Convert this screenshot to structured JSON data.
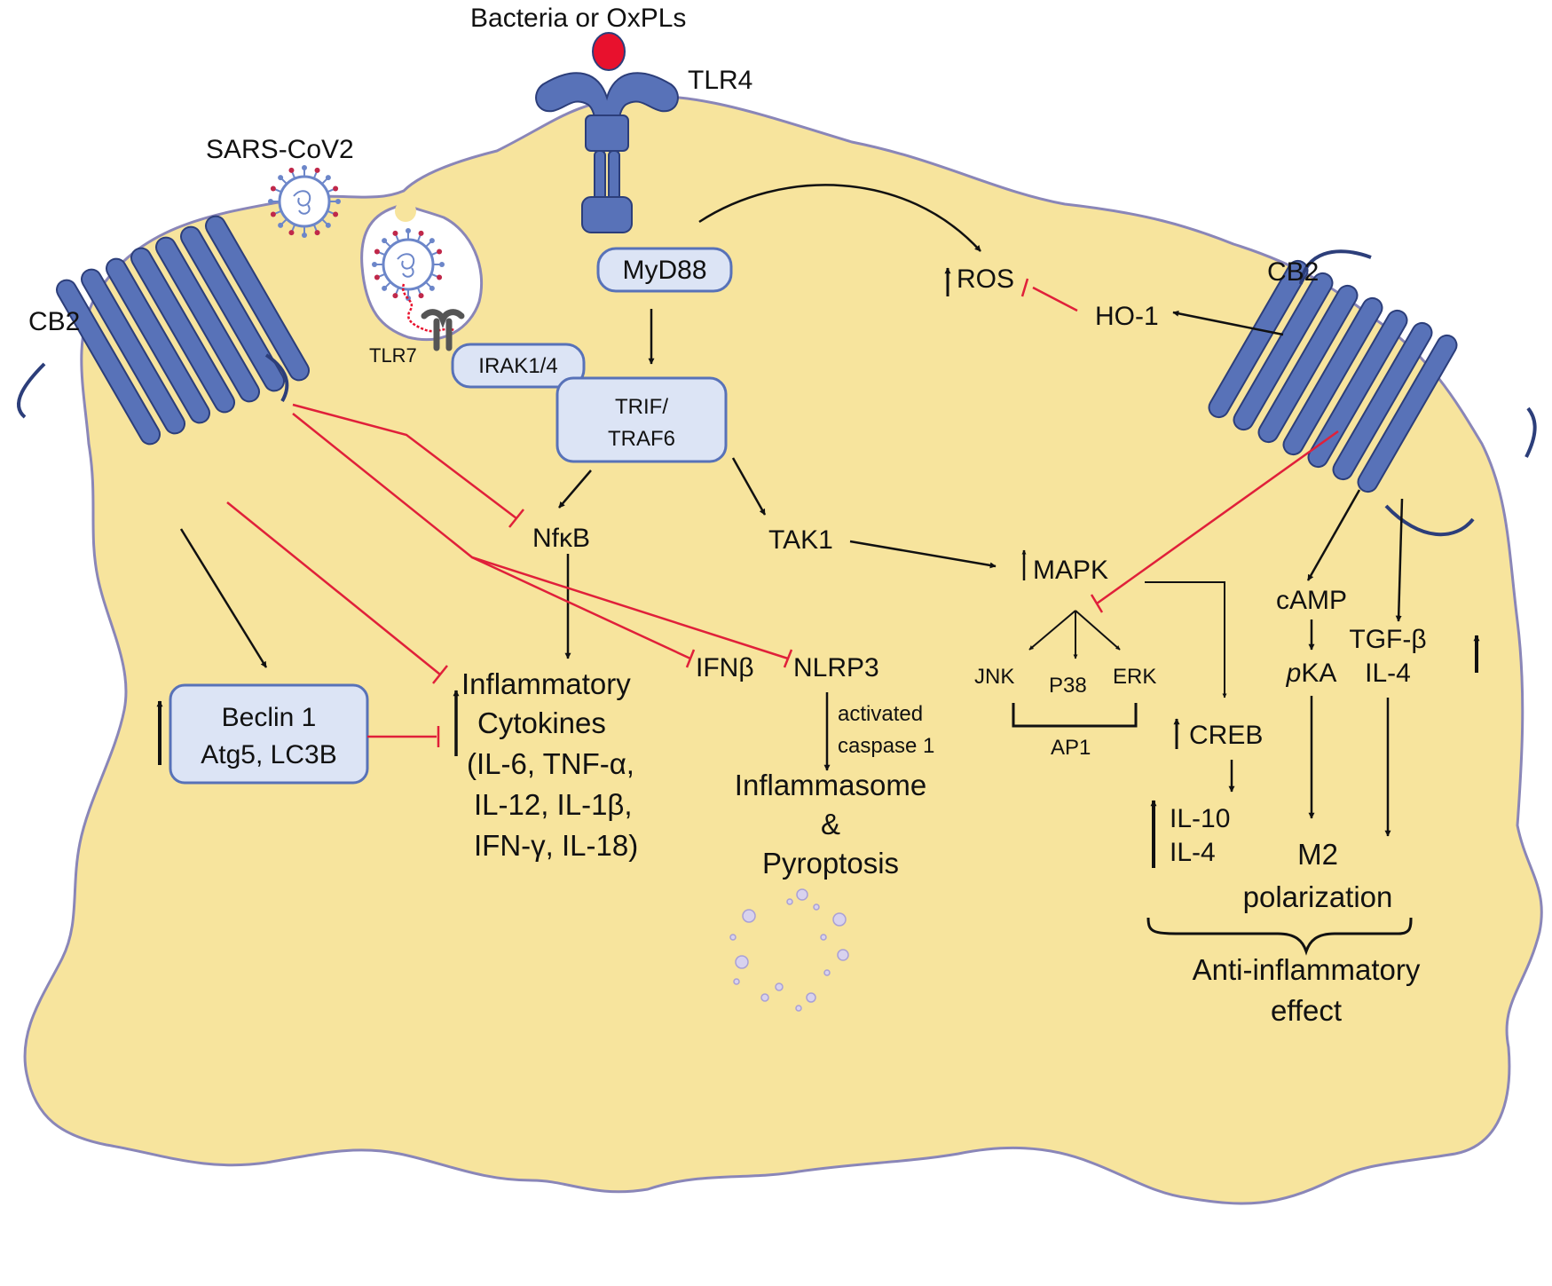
{
  "colors": {
    "cell_fill": "#f7e49d",
    "cell_stroke": "#8a86b8",
    "receptor_blue": "#5872b8",
    "receptor_dark": "#2c3e7a",
    "node_fill": "#dce4f5",
    "node_stroke": "#5872b8",
    "inhibit_red": "#e0203a",
    "arrow_black": "#111111",
    "virus_blue": "#6c86c9",
    "ligand_red": "#e8112d"
  },
  "icons": {
    "tlr4": "tlr4-receptor-icon",
    "cb2": "cb2-receptor-icon",
    "virus": "virus-icon",
    "endosome": "endosome-icon",
    "tlr7": "tlr7-receptor-icon",
    "ligand": "ligand-icon"
  },
  "labels": {
    "bacteria": "Bacteria or OxPLs",
    "tlr4": "TLR4",
    "sars": "SARS-CoV2",
    "cb2_left": "CB2",
    "cb2_right": "CB2",
    "tlr7": "TLR7",
    "myd88": "MyD88",
    "irak": "IRAK1/4",
    "trif_1": "TRIF/",
    "trif_2": "TRAF6",
    "ros": "ROS",
    "ho1": "HO-1",
    "nfkb": "NfκB",
    "tak1": "TAK1",
    "mapk": "MAPK",
    "jnk": "JNK",
    "p38": "P38",
    "erk": "ERK",
    "ap1": "AP1",
    "creb": "CREB",
    "il10": "IL-10",
    "il4_creb": "IL-4",
    "camp": "cAMP",
    "pka_p": "p",
    "pka_rest": "KA",
    "tgfb": "TGF-β",
    "il4_tgf": "IL-4",
    "m2_1": "M2",
    "m2_2": "polarization",
    "anti_1": "Anti-inflammatory",
    "anti_2": "effect",
    "beclin_1": "Beclin 1",
    "beclin_2": "Atg5, LC3B",
    "cyto_1": "Inflammatory",
    "cyto_2": "Cytokines",
    "cyto_3": "(IL-6, TNF-α,",
    "cyto_4": "IL-12, IL-1β,",
    "cyto_5": "IFN-γ, IL-18)",
    "ifnb": "IFNβ",
    "nlrp3": "NLRP3",
    "casp_1": "activated",
    "casp_2": "caspase 1",
    "infl_1": "Inflammasome",
    "infl_2": "&",
    "infl_3": "Pyroptosis"
  }
}
